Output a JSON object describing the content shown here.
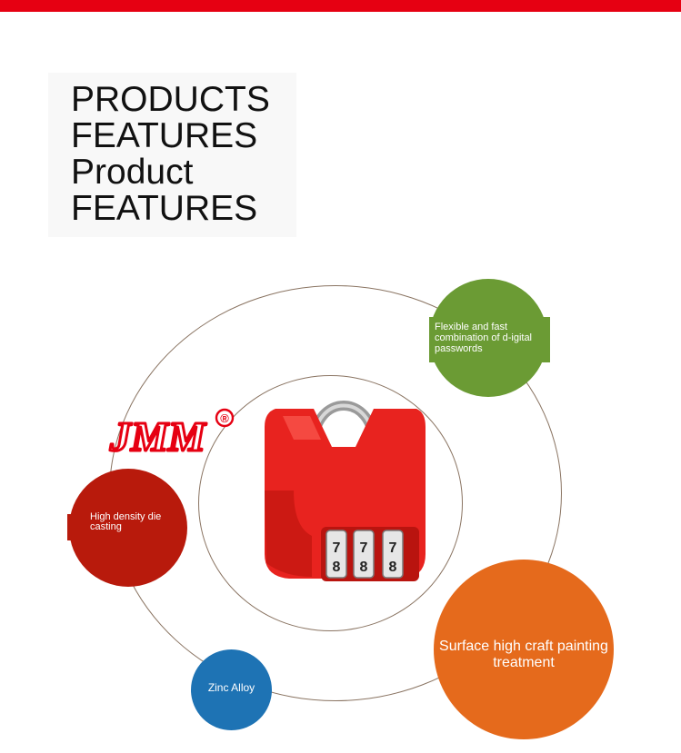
{
  "title": {
    "line1": "PRODUCTS",
    "line2": "FEATURES",
    "line3": "Product",
    "line4": "FEATURES"
  },
  "logo": {
    "text": "JMM",
    "mark": "®",
    "color": "#e60012"
  },
  "features": {
    "digital_password": "Flexible and fast combination of d-igital passwords",
    "die_casting": "High density die casting",
    "material": "Zinc Alloy",
    "surface": "Surface high craft painting treatment"
  },
  "lock": {
    "digits": [
      "7",
      "7",
      "7"
    ],
    "digits_lower": [
      "8",
      "8",
      "8"
    ]
  },
  "colors": {
    "accent": "#e60012",
    "green": "#6b9b34",
    "dark_red": "#b81a0c",
    "blue": "#1e73b4",
    "orange": "#e56a1c",
    "ring": "#8a7462"
  }
}
